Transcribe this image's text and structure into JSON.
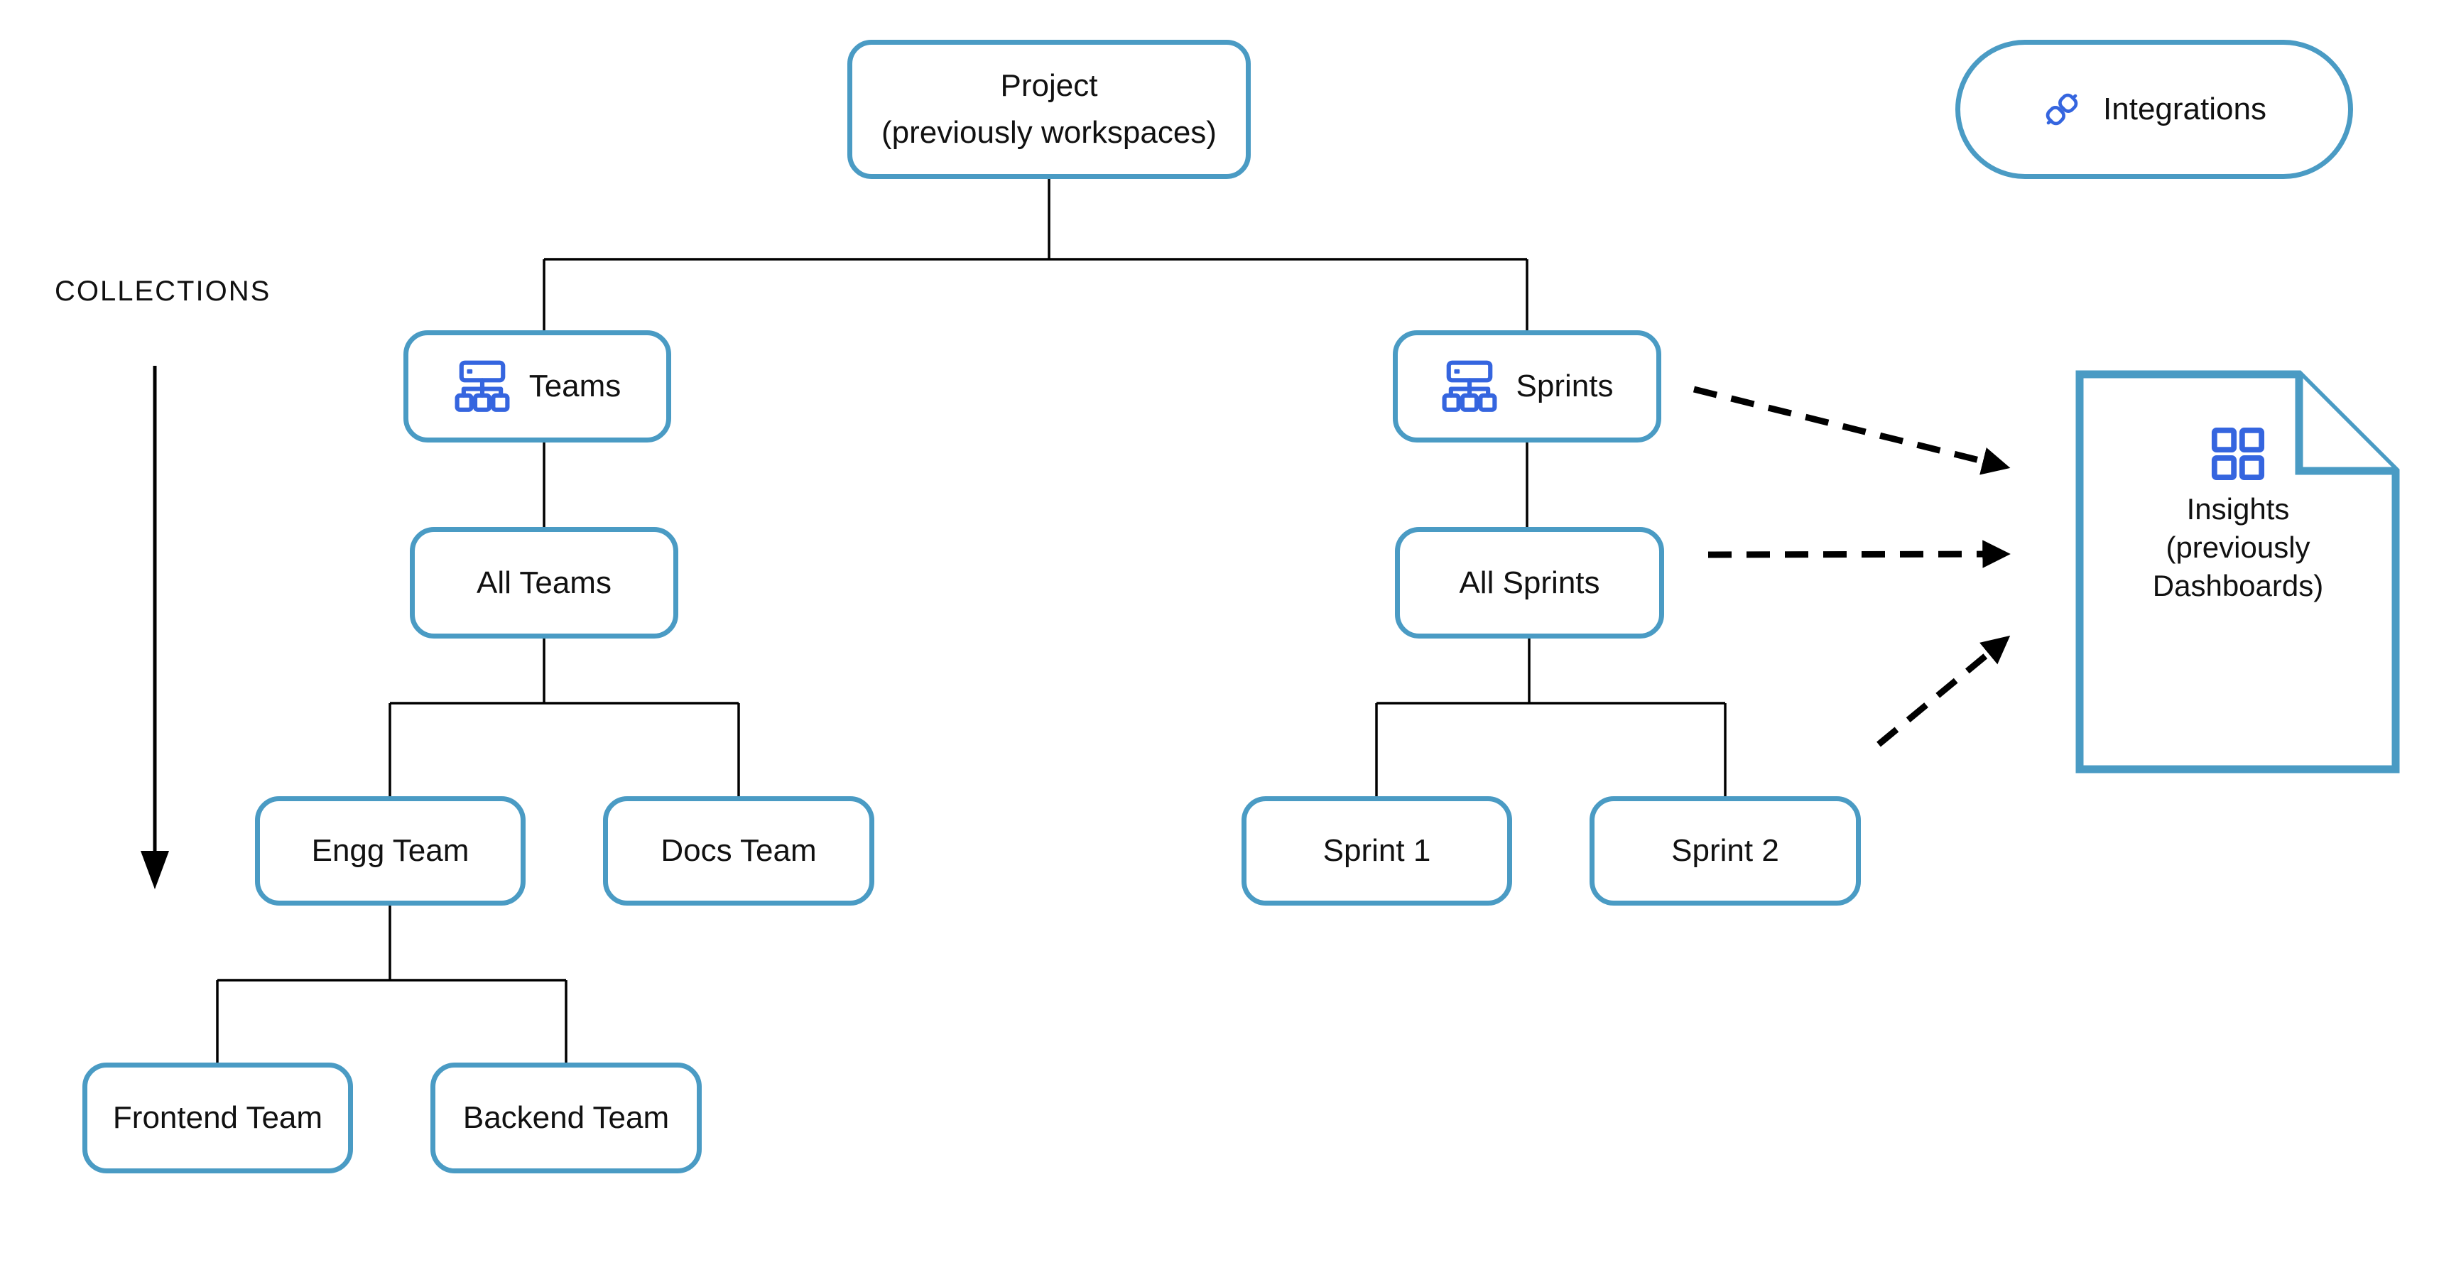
{
  "diagram": {
    "collections_label": "COLLECTIONS",
    "nodes": {
      "project": {
        "title": "Project",
        "subtitle": "(previously workspaces)"
      },
      "teams": {
        "label": "Teams",
        "icon": "sitemap-icon"
      },
      "sprints": {
        "label": "Sprints",
        "icon": "sitemap-icon"
      },
      "all_teams": {
        "label": "All Teams"
      },
      "all_sprints": {
        "label": "All Sprints"
      },
      "engg_team": {
        "label": "Engg Team"
      },
      "docs_team": {
        "label": "Docs Team"
      },
      "sprint_1": {
        "label": "Sprint 1"
      },
      "sprint_2": {
        "label": "Sprint 2"
      },
      "frontend_team": {
        "label": "Frontend Team"
      },
      "backend_team": {
        "label": "Backend Team"
      }
    },
    "integrations": {
      "label": "Integrations",
      "icon": "link-icon"
    },
    "insights": {
      "icon": "dashboard-grid-icon",
      "lines": [
        "Insights",
        "(previously",
        "Dashboards)"
      ]
    },
    "colors": {
      "box_border": "#4A9BC4",
      "doc_border": "#4A9BC4",
      "icon_blue": "#3565DF",
      "line": "#000000",
      "text": "#111111",
      "background": "#FFFFFF"
    }
  }
}
